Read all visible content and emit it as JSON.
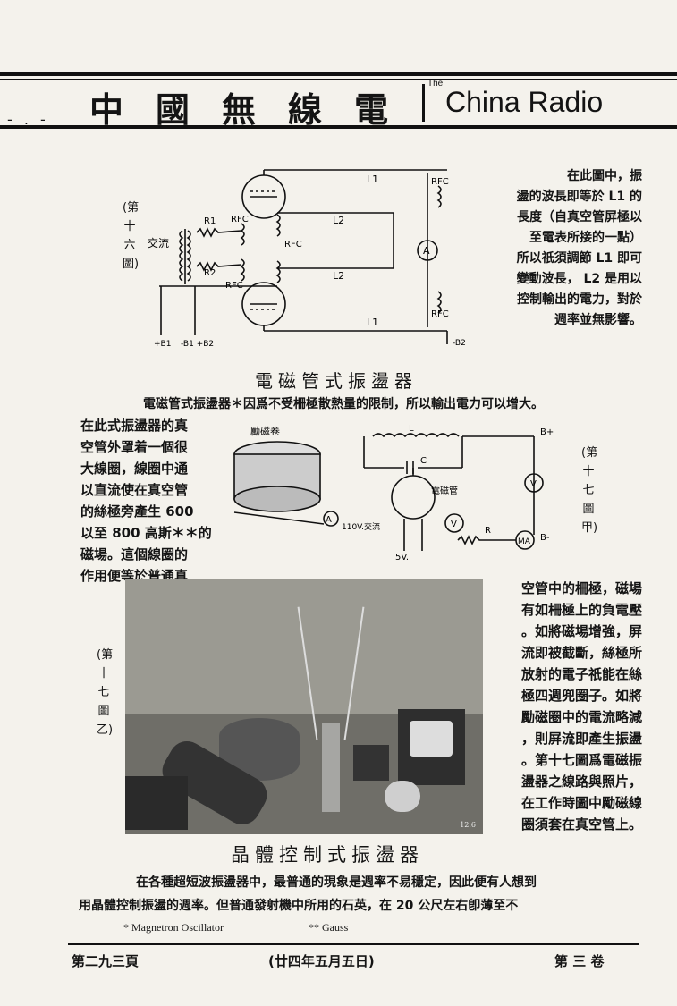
{
  "masthead": {
    "title_cn": "中國無線電",
    "the": "The",
    "title_en": "China Radio",
    "dash": "- . -"
  },
  "fig16": {
    "label": "(第十六圖)",
    "caption": "在此圖中，振盪的波長即等於 L1 的長度（自真空管屏極以至電表所接的一點），所以祇須調節 L1 即可變動波長， L2 是用以控制輸出的電力，對於週率並無影響。",
    "caption_lines": [
      "在此圖中，振",
      "盪的波長即等於 L1 的",
      "長度（自真空管屏極以",
      "至電表所接的一點）",
      "所以祇須調節 L1 即可",
      "變動波長， L2 是用以",
      "控制輸出的電力，對於",
      "週率並無影響。"
    ],
    "labels": {
      "ac": "交流",
      "r1": "R1",
      "r2": "R2",
      "rfc": "RFC",
      "l1": "L1",
      "l2": "L2",
      "a": "A",
      "b1": "+B1",
      "b2": "-B1 +B2",
      "b2n": "-B2"
    }
  },
  "section1": {
    "heading": "電磁管式振盪器",
    "intro": "電磁管式振盪器＊因爲不受柵極散熱量的限制，所以輸出電力可以增大。",
    "left_lines": [
      "在此式振盪器的真",
      "空管外罩着一個很",
      "大線圈，線圈中通",
      "以直流使在真空管",
      "的絲極旁產生 600",
      "以至 800 高斯＊＊的",
      "磁場。這個線圈的",
      "作用便等於普通真"
    ],
    "right_lines": [
      "空管中的柵極，磁場",
      "有如柵極上的負電壓",
      "。如將磁場增強，屏",
      "流即被截斷，絲極所",
      "放射的電子祇能在絲",
      "極四週兜圈子。如將",
      "勵磁圈中的電流略減",
      "，則屏流即產生振盪",
      "。第十七圖爲電磁振",
      "盪器之線路與照片，",
      "在工作時圖中勵磁線",
      "圈須套在真空管上。"
    ]
  },
  "fig17a": {
    "label": "(第十七圖甲)",
    "labels": {
      "coil": "勵磁卷",
      "tube": "電磁管",
      "ac": "110V.交流",
      "v5": "5V.",
      "bplus": "B+",
      "bminus": "B-",
      "l": "L",
      "c": "C",
      "r": "R",
      "v": "V",
      "a": "A",
      "ma": "MA"
    }
  },
  "fig17b": {
    "label": "(第十七圖乙)",
    "photo_tag": "12.6"
  },
  "section2": {
    "heading": "晶體控制式振盪器",
    "lines": [
      "在各種超短波振盪器中，最普通的現象是週率不易穩定，因此便有人想到",
      "用晶體控制振盪的週率。但普通發射機中所用的石英，在 20 公尺左右卽薄至不"
    ]
  },
  "footnotes": {
    "f1": "* Magnetron Oscillator",
    "f2": "** Gauss"
  },
  "footer": {
    "page": "第二九三頁",
    "date": "(廿四年五月五日)",
    "volume": "第 三 卷"
  }
}
